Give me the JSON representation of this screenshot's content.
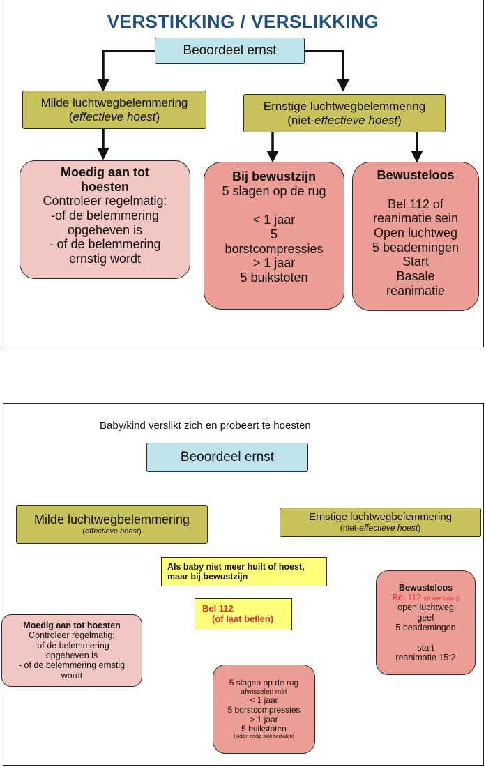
{
  "top": {
    "title": "VERSTIKKING / VERSLIKKING",
    "assess": "Beoordeel ernst",
    "mild": {
      "line1": "Milde luchtwegbelemmering",
      "line2_open": "(",
      "line2_it": "effectieve hoest",
      "line2_close": ")"
    },
    "severe": {
      "line1": "Ernstige luchtwegbelemmering",
      "line2_open": "(niet-",
      "line2_it": "effectieve hoest",
      "line2_close": ")"
    },
    "encourage": {
      "heading1": "Moedig aan tot",
      "heading2": "hoesten",
      "lines": [
        "Controleer regelmatig:",
        "-of de belemmering",
        "opgeheven is",
        "- of de belemmering",
        "ernstig wordt"
      ]
    },
    "conscious": {
      "heading": "Bij bewustzijn",
      "lines": [
        "5 slagen op de rug",
        "",
        "< 1 jaar",
        "5",
        "borstcompressies",
        "> 1 jaar",
        "5 buikstoten"
      ]
    },
    "unconscious": {
      "heading": "Bewusteloos",
      "lines": [
        "",
        "Bel 112 of",
        "reanimatie sein",
        "Open luchtweg",
        "5 beademingen",
        "Start",
        "Basale",
        "reanimatie"
      ]
    }
  },
  "bottom": {
    "caption": "Baby/kind verslikt zich en probeert te hoesten",
    "assess": "Beoordeel ernst",
    "mild": {
      "line1": "Milde luchtwegbelemmering",
      "line2_open": "(",
      "line2_it": "effectieve hoest",
      "line2_close": ")"
    },
    "severe": {
      "line1": "Ernstige luchtwegbelemmering",
      "line2_open": "(niet-",
      "line2_it": "effectieve hoest",
      "line2_close": ")"
    },
    "no_cry": {
      "line1": "Als baby niet meer huilt of hoest,",
      "line2": "maar bij bewustzijn"
    },
    "call": {
      "line1": "Bel 112",
      "line2": "(of laat bellen)"
    },
    "encourage": {
      "heading": "Moedig aan tot hoesten",
      "lines": [
        "Controleer regelmatig:",
        "-of de belemmering",
        "opgeheven is",
        "- of de belemmering ernstig",
        "wordt"
      ]
    },
    "blows": {
      "lines": [
        "5 slagen op de rug",
        "afwisselen met",
        "< 1 jaar",
        "5 borstcompressies",
        "> 1 jaar",
        "5 buikstoten"
      ],
      "note": "(indien nodig blok herhalen)"
    },
    "unconscious": {
      "heading": "Bewusteloos",
      "call_main": "Bel 112",
      "call_small": "(of laat bellen)",
      "lines": [
        "open luchtweg",
        "geef",
        "5 beademingen",
        "",
        "start",
        "reanimatie 15:2"
      ]
    }
  },
  "colors": {
    "title": "#1c4f86",
    "blue_box": "#bfe3ea",
    "olive_box": "#c8c25a",
    "pink_box": "#f2c6c2",
    "red_box": "#ec9e96",
    "yellow_box": "#ffff7a",
    "red_text": "#e03030"
  }
}
